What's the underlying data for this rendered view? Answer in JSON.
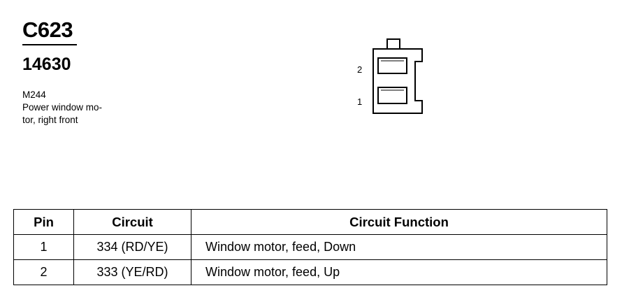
{
  "connector": {
    "id": "C623",
    "part_number": "14630",
    "component_code": "M244",
    "description_lines": [
      "Power window mo-",
      "tor, right front"
    ]
  },
  "face_view": {
    "pin_labels": [
      "2",
      "1"
    ]
  },
  "table": {
    "headers": {
      "pin": "Pin",
      "circuit": "Circuit",
      "function": "Circuit Function"
    },
    "rows": [
      {
        "pin": "1",
        "circuit": "334 (RD/YE)",
        "function": "Window motor, feed, Down"
      },
      {
        "pin": "2",
        "circuit": "333 (YE/RD)",
        "function": "Window motor, feed, Up"
      }
    ]
  }
}
